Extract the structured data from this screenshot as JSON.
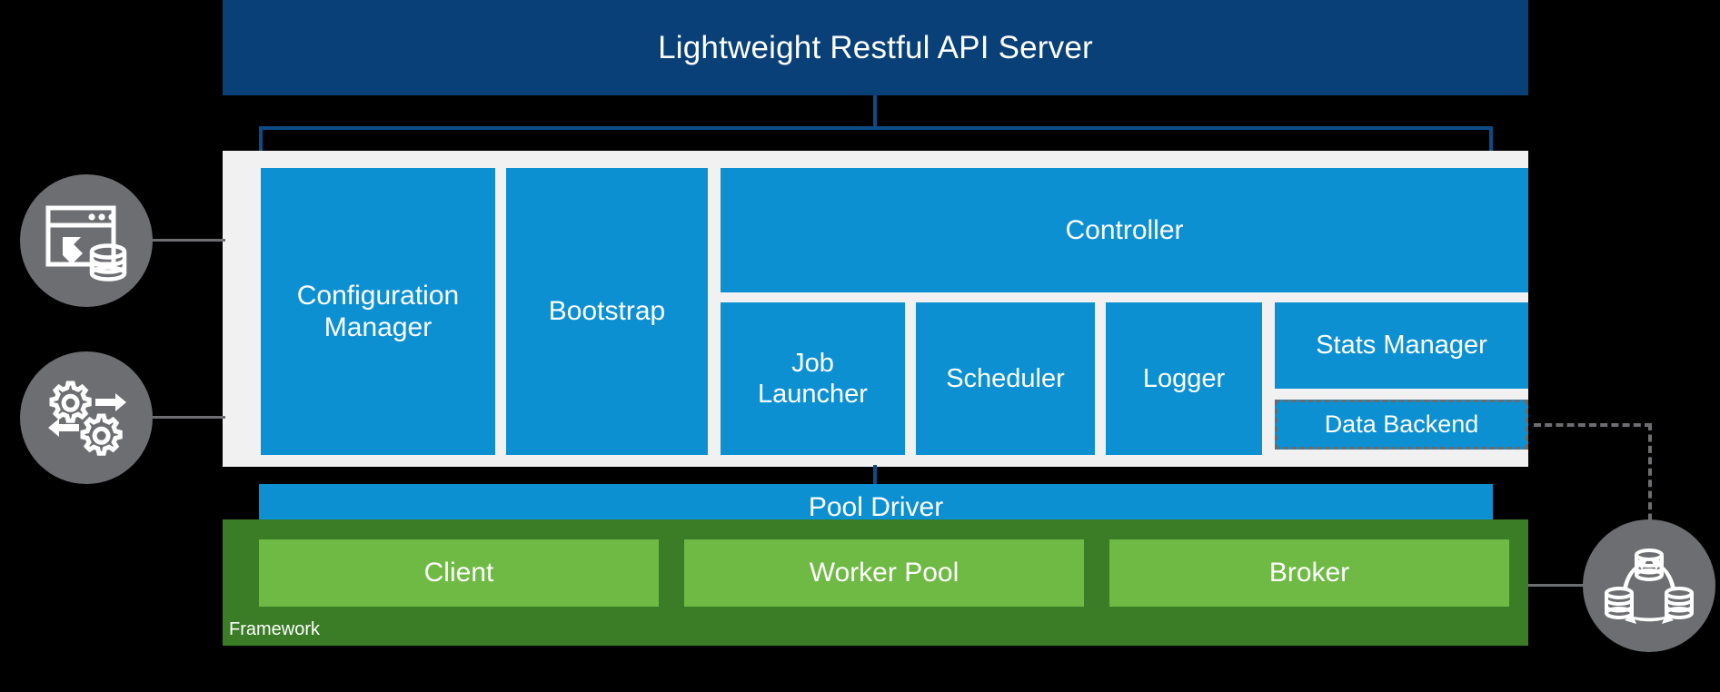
{
  "diagram": {
    "title": "Lightweight Restful API Server",
    "header": {
      "label": "Lightweight Restful API Server",
      "color": "#084077"
    },
    "core": {
      "panel_color": "#f1f1f1",
      "module_color": "#0c90d2",
      "modules": [
        {
          "id": "configuration-manager",
          "label": "Configuration\nManager"
        },
        {
          "id": "bootstrap",
          "label": "Bootstrap"
        },
        {
          "id": "controller",
          "label": "Controller"
        },
        {
          "id": "job-launcher",
          "label": "Job\nLauncher"
        },
        {
          "id": "scheduler",
          "label": "Scheduler"
        },
        {
          "id": "logger",
          "label": "Logger"
        },
        {
          "id": "stats-manager",
          "label": "Stats Manager"
        },
        {
          "id": "data-backend",
          "label": "Data Backend",
          "border": "dashed",
          "border_color": "#6b6b6b"
        }
      ]
    },
    "pool_driver": {
      "label": "Pool Driver",
      "color": "#0c90d2"
    },
    "framework": {
      "label": "Framework",
      "panel_color": "#3a7d26",
      "service_color": "#6fba44",
      "services": [
        {
          "id": "client",
          "label": "Client"
        },
        {
          "id": "worker-pool",
          "label": "Worker Pool"
        },
        {
          "id": "broker",
          "label": "Broker"
        }
      ]
    },
    "icons": [
      {
        "id": "icon-webapp-db",
        "name": "web-app-database-icon",
        "circle_color": "#6d6e71"
      },
      {
        "id": "icon-gears-sync",
        "name": "gears-sync-icon",
        "circle_color": "#6d6e71"
      },
      {
        "id": "icon-db-cluster",
        "name": "database-cluster-icon",
        "circle_color": "#6d6e71"
      }
    ],
    "connector_color": "#0c4b86",
    "leader_color": "#6d6e71",
    "background": "#000000"
  }
}
